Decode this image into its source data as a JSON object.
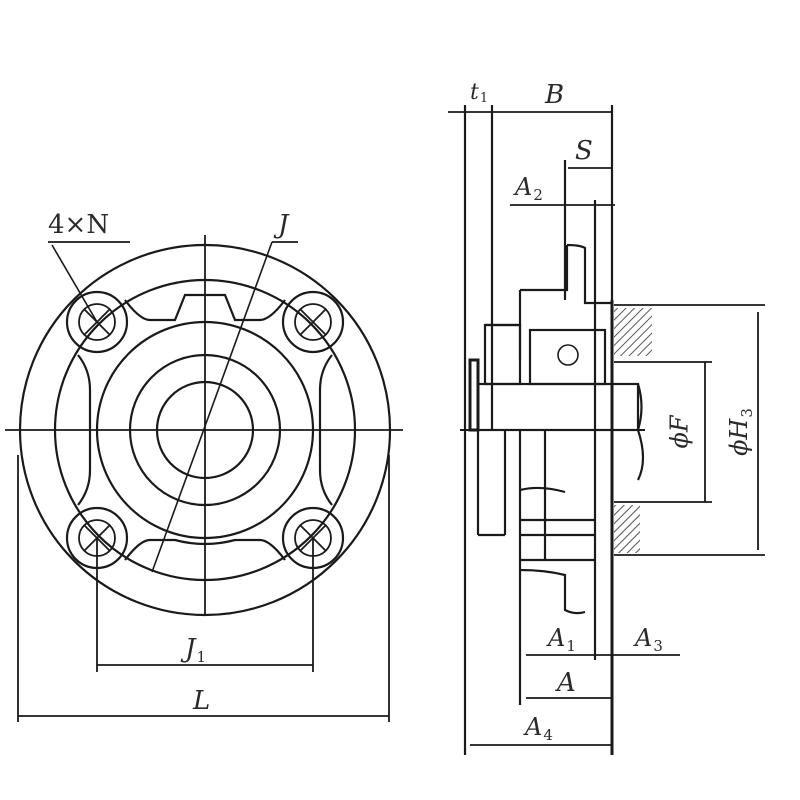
{
  "drawing": {
    "title": "Flange bearing unit dimension drawing",
    "colors": {
      "line": "#1a1a1a",
      "text": "#2a2a2a",
      "hatch": "#555555",
      "background": "#ffffff"
    }
  },
  "front_view": {
    "labels": {
      "holes": "4×N",
      "pcd": "J",
      "hole_spacing": {
        "main": "J",
        "sub": "1"
      },
      "overall": "L"
    }
  },
  "side_view": {
    "labels": {
      "t1": {
        "main": "t",
        "sub": "1"
      },
      "B": "B",
      "S": "S",
      "A2": {
        "main": "A",
        "sub": "2"
      },
      "F": "ϕF",
      "H3": {
        "main": "ϕH",
        "sub": "3"
      },
      "A1": {
        "main": "A",
        "sub": "1"
      },
      "A3": {
        "main": "A",
        "sub": "3"
      },
      "A": "A",
      "A4": {
        "main": "A",
        "sub": "4"
      }
    }
  }
}
